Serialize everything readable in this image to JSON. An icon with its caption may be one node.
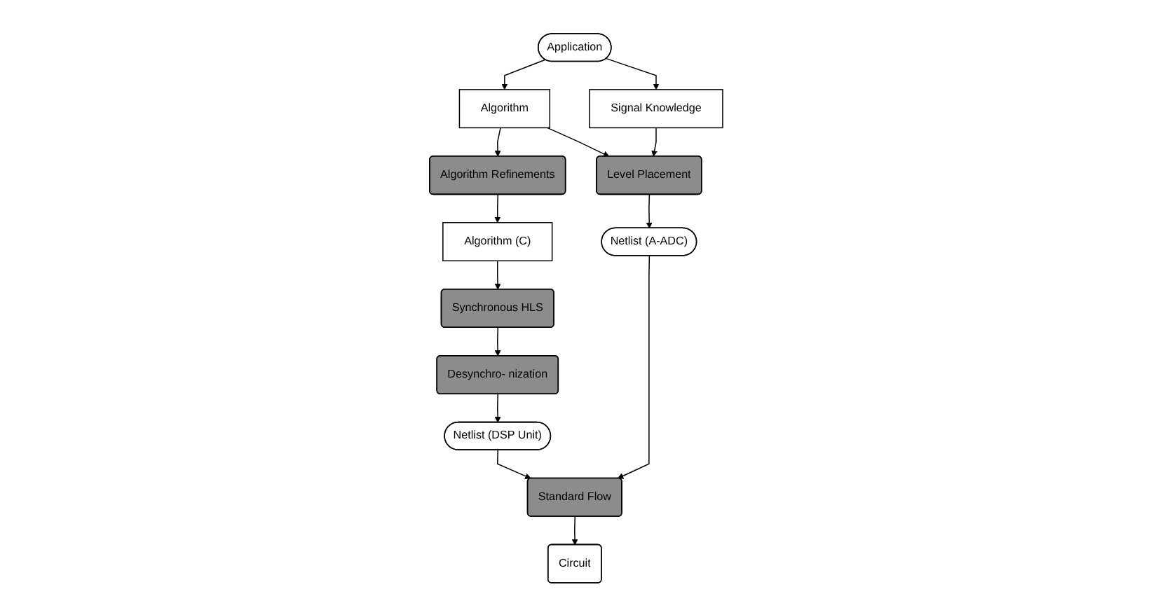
{
  "diagram": {
    "nodes": [
      {
        "text": [
          "Application"
        ]
      },
      {
        "text": [
          "Algorithm"
        ]
      },
      {
        "text": [
          "Algorithm Refinements"
        ]
      },
      {
        "text": [
          "Algorithm (C)"
        ]
      },
      {
        "text": [
          "Synchronous HLS"
        ]
      },
      {
        "text": [
          "Signal Knowledge"
        ]
      },
      {
        "text": [
          "Level Placement"
        ]
      },
      {
        "text": [
          "Desynchro- nization"
        ]
      },
      {
        "text": [
          "Netlist (A-ADC)"
        ]
      },
      {
        "text": [
          "Standard Flow"
        ]
      },
      {
        "text": [
          "Netlist (DSP Unit)"
        ]
      },
      {
        "text": [
          "Circuit"
        ]
      }
    ],
    "edges": [
      {
        "from": 0,
        "to": 1,
        "arrow": "to"
      },
      {
        "from": 1,
        "to": 2,
        "arrow": "to"
      },
      {
        "from": 2,
        "to": 3,
        "arrow": "to"
      },
      {
        "from": 3,
        "to": 4,
        "arrow": "to"
      },
      {
        "from": 0,
        "to": 5,
        "arrow": "to"
      },
      {
        "from": 1,
        "to": 6,
        "arrow": "to"
      },
      {
        "from": 5,
        "to": 6,
        "arrow": "to"
      },
      {
        "from": 4,
        "to": 7,
        "arrow": "to"
      },
      {
        "from": 6,
        "to": 8,
        "arrow": "to"
      },
      {
        "from": 7,
        "to": 10,
        "arrow": "to"
      },
      {
        "from": 8,
        "to": 9,
        "arrow": "to"
      },
      {
        "from": 10,
        "to": 9,
        "arrow": "to"
      },
      {
        "from": 9,
        "to": 11,
        "arrow": "to"
      }
    ]
  }
}
